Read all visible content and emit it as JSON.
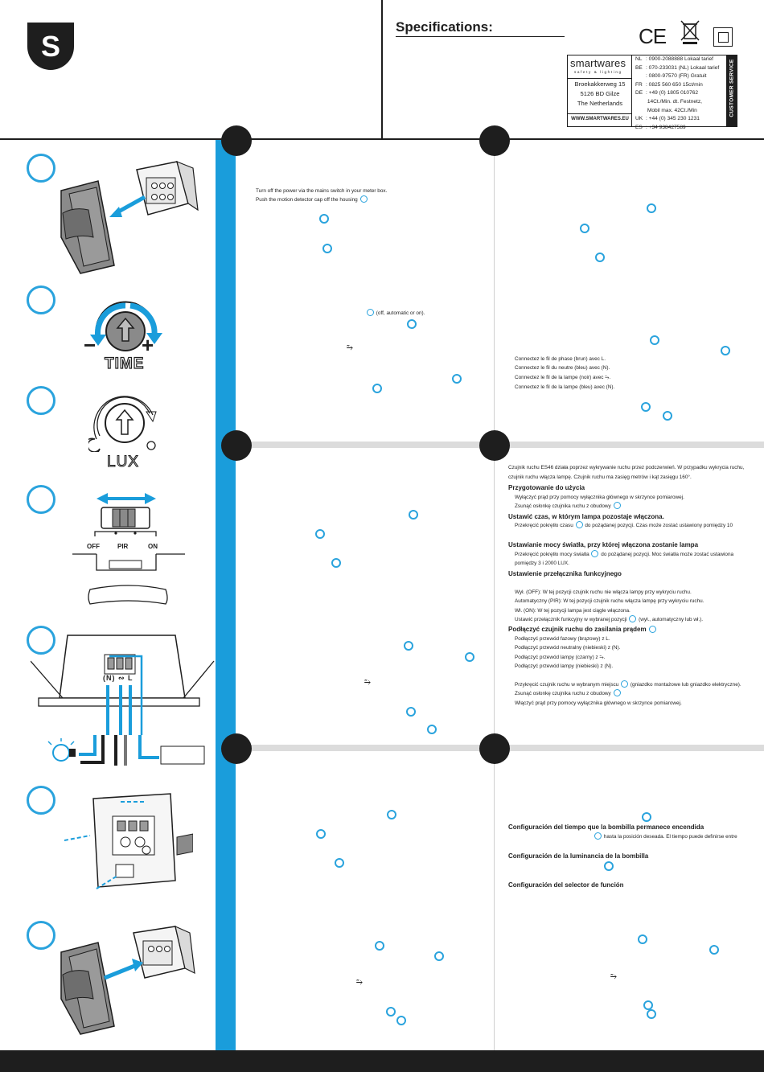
{
  "header": {
    "logo_letter": "S",
    "spec_title": "Specifications:",
    "ce_mark": "CE",
    "brand_name": "smartwares",
    "brand_tagline": "safety & lighting",
    "address": [
      "Broekakkerweg 15",
      "5126 BD  Gilze",
      "The Netherlands"
    ],
    "website": "WWW.SMARTWARES.EU",
    "customer_service": "CUSTOMER SERVICE",
    "contacts": [
      {
        "code": "NL",
        "text": ": 0900-2088888       Lokaal tarief"
      },
      {
        "code": "BE",
        "text": ": 070-233031  (NL) Lokaal tarief"
      },
      {
        "code": "",
        "text": ": 0800-97570  (FR)  Gratuit"
      },
      {
        "code": "FR",
        "text": ": 0825 560 650      15ct/min"
      },
      {
        "code": "DE",
        "text": ": +49 (0) 1805 010762"
      },
      {
        "code": "",
        "text": "  14Ct./Min. dt. Festnetz,"
      },
      {
        "code": "",
        "text": "  Mobil max. 42Ct./Min"
      },
      {
        "code": "UK",
        "text": ": +44 (0) 345 230 1231"
      },
      {
        "code": "ES",
        "text": ": +34  938427589"
      }
    ]
  },
  "figures": {
    "time_label": "TIME",
    "minus": "−",
    "plus": "+",
    "lux_label": "LUX",
    "switch_labels": [
      "OFF",
      "PIR",
      "ON"
    ],
    "terminal_labels": "(N) ∾ L"
  },
  "english": {
    "line1": "Turn off the power via the mains switch in your meter box.",
    "line2": "Push the motion detector cap off the housing",
    "selector": "(off, automatic or on)."
  },
  "french": {
    "lines": [
      "Connectez le fil de phase (brun) avec L.",
      "Connectez le fil du neutre (bleu) avec (N).",
      "Connectez le fil de la lampe (noir) avec ⥲.",
      "Connectez le fil de la lampe (bleu) avec (N)."
    ]
  },
  "polish": {
    "intro1": "Czujnik ruchu ES46 działa poprzez wykrywanie ruchu przez podczerwień. W przypadku wykrycia ruchu,",
    "intro2": "czujnik ruchu włącza lampę. Czujnik ruchu ma zasięg    metrów i kąt zasięgu 160°.",
    "h_prep": "Przygotowanie do użycia",
    "prep1": "Wyłączyć prąd przy pomocy wyłącznika głównego w skrzynce pomiarowej.",
    "prep2": "Zsunąć osłonkę czujnika ruchu z obudowy",
    "h_time": "Ustawić czas, w którym lampa pozostaje włączona.",
    "time1a": "Przekręcić pokrętło czasu",
    "time1b": "do pożądanej pozycji. Czas może zostać ustawiony pomiędzy 10",
    "h_lux": "Ustawianie mocy światła, przy której włączona zostanie lampa",
    "lux1a": "Przekręcić pokrętło mocy światła",
    "lux1b": "do pożądanej pozycji. Moc światła może zostać ustawiona",
    "lux2": "pomiędzy 3 i 2000 LUX.",
    "h_switch": "Ustawienie przełącznika funkcyjnego",
    "sw1": "Wył. (OFF): W tej pozycji czujnik ruchu nie włącza lampy przy wykryciu ruchu.",
    "sw2": "Automatyczny (PIR): W tej pozycji czujnik ruchu włącza lampę przy wykryciu ruchu.",
    "sw3": "Wł. (ON): W tej pozycji lampa jest ciągle włączona.",
    "sw4a": "Ustawić przełącznik funkcyjny w wybranej pozycji",
    "sw4b": "(wył., automatyczny lub wł.).",
    "h_connect": "Podłączyć czujnik ruchu do zasilania prądem",
    "c1": "Podłączyć przewód fazowy (brązowy) z L.",
    "c2": "Podłączyć przewód neutralny (niebieski) z (N).",
    "c3": "Podłączyć przewód lampy (czarny) z ⥲.",
    "c4": "Podłączyć przewód lampy (niebieski) z (N).",
    "m1a": "Przykręcić czujnik ruchu w wybranym miejscu",
    "m1b": "(gniazdko montażowe lub gniazdko elektryczne).",
    "m2": "Zsunąć osłonkę czujnika ruchu z obudowy",
    "m3": "Włączyć prąd przy pomocy wyłącznika głównego w skrzynce pomiarowej."
  },
  "spanish": {
    "h_time": "Configuración del tiempo que la bombilla permanece encendida",
    "time1": "hasta la posición deseada. El tiempo puede definirse entre",
    "h_lux": "Configuración de la luminancia de la bombilla",
    "h_switch": "Configuración del selector de función"
  },
  "colors": {
    "accent": "#1a9ddb",
    "ring": "#2aa3dd",
    "dark": "#1e1e1e",
    "separator": "#dcdcdc"
  }
}
